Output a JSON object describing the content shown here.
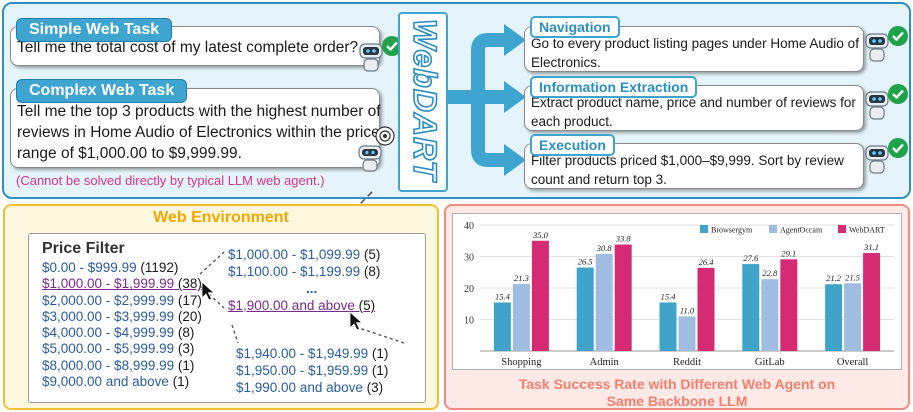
{
  "left_tasks": {
    "simple": {
      "label": "Simple Web Task",
      "text": "Tell me the total cost of my latest complete order?"
    },
    "complex": {
      "label": "Complex Web Task",
      "text": "Tell me the top 3 products with the highest number of reviews in Home Audio of Electronics within the price range of $1,000.00 to $9,999.99."
    },
    "note": "(Cannot be solved directly by typical LLM web agent.)",
    "note_color": "#d6338a"
  },
  "center_logo": "WebDART",
  "capabilities": [
    {
      "label": "Navigation",
      "text": "Go to every product listing pages under Home Audio of Electronics."
    },
    {
      "label": "Information Extraction",
      "text": "Extract product name, price and number of reviews for each product."
    },
    {
      "label": "Execution",
      "text": "Filter products priced $1,000–$9,999. Sort by review count and return top 3."
    }
  ],
  "environment": {
    "title": "Web Environment",
    "filter_title": "Price Filter",
    "filters": [
      {
        "range": "$0.00 - $999.99",
        "count": "(1192)"
      },
      {
        "range": "$1,000.00 - $1,999.99",
        "count": "(38)",
        "selected": true
      },
      {
        "range": "$2,000.00 - $2,999.99",
        "count": "(17)"
      },
      {
        "range": "$3,000.00 - $3,999.99",
        "count": "(20)"
      },
      {
        "range": "$4,000.00 - $4,999.99",
        "count": "(8)"
      },
      {
        "range": "$5,000.00 - $5,999.99",
        "count": "(3)"
      },
      {
        "range": "$8,000.00 - $8,999.99",
        "count": "(1)"
      },
      {
        "range": "$9,000.00 and above",
        "count": "(1)"
      }
    ],
    "sub_filters": [
      {
        "range": "$1,000.00 - $1,099.99",
        "count": "(5)"
      },
      {
        "range": "$1,100.00 - $1,199.99",
        "count": "(8)"
      },
      {
        "range": "...",
        "count": ""
      },
      {
        "range": "$1,900.00 and above",
        "count": "(5)",
        "selected": true
      }
    ],
    "sub_sub_filters": [
      {
        "range": "$1,940.00 - $1,949.99",
        "count": "(1)"
      },
      {
        "range": "$1,950.00 - $1,959.99",
        "count": "(1)"
      },
      {
        "range": "$1,990.00 and above",
        "count": "(3)"
      }
    ]
  },
  "chart_caption": {
    "line1": "Task Success Rate with Different Web Agent on",
    "line2": "Same Backbone LLM"
  },
  "chart_data": {
    "type": "bar",
    "categories": [
      "Shopping",
      "Admin",
      "Reddit",
      "GitLab",
      "Overall"
    ],
    "series": [
      {
        "name": "Browsergym",
        "color": "#3fa4c8",
        "values": [
          15.4,
          26.5,
          15.4,
          27.6,
          21.2
        ]
      },
      {
        "name": "AgentOccam",
        "color": "#9fbde0",
        "values": [
          21.3,
          30.8,
          11.0,
          22.8,
          21.5
        ]
      },
      {
        "name": "WebDART",
        "color": "#d62a73",
        "values": [
          35.0,
          33.8,
          26.4,
          29.1,
          31.1
        ]
      }
    ],
    "ylim": [
      0,
      40
    ],
    "yticks": [
      10,
      20,
      30,
      40
    ],
    "legend": "top-right",
    "grid": true
  }
}
